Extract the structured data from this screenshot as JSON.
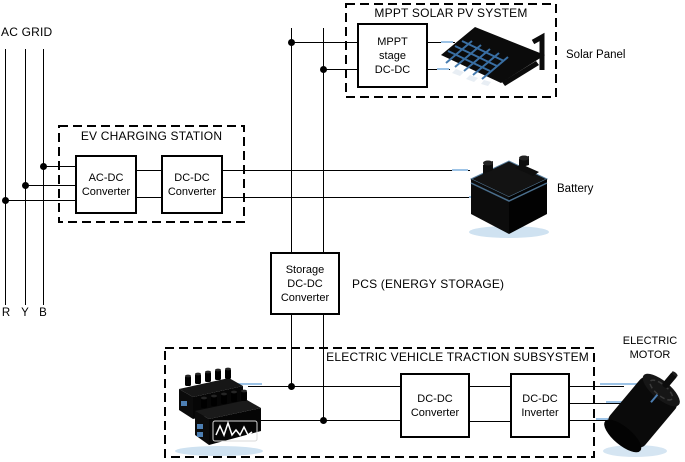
{
  "ac_grid": {
    "title": "AC GRID",
    "phase_r": "R",
    "phase_y": "Y",
    "phase_b": "B"
  },
  "ev_charging_station": {
    "title": "EV CHARGING STATION",
    "ac_dc_converter": "AC-DC\nConverter",
    "dc_dc_converter": "DC-DC\nConverter"
  },
  "mppt_system": {
    "title": "MPPT SOLAR PV SYSTEM",
    "mppt_stage": "MPPT\nstage\nDC-DC",
    "solar_panel_label": "Solar Panel"
  },
  "energy_storage": {
    "storage_converter": "Storage\nDC-DC\nConverter",
    "pcs_label": "PCS (ENERGY STORAGE)",
    "battery_label": "Battery"
  },
  "traction_subsystem": {
    "title": "ELECTRIC VEHICLE TRACTION SUBSYSTEM",
    "dc_dc_converter": "DC-DC\nConverter",
    "dc_dc_inverter": "DC-DC\nInverter",
    "motor_label": "ELECTRIC\nMOTOR"
  },
  "colors": {
    "line": "#000000",
    "accent_blue": "#9dc3e6",
    "panel_grid_blue": "#3c74ab"
  }
}
